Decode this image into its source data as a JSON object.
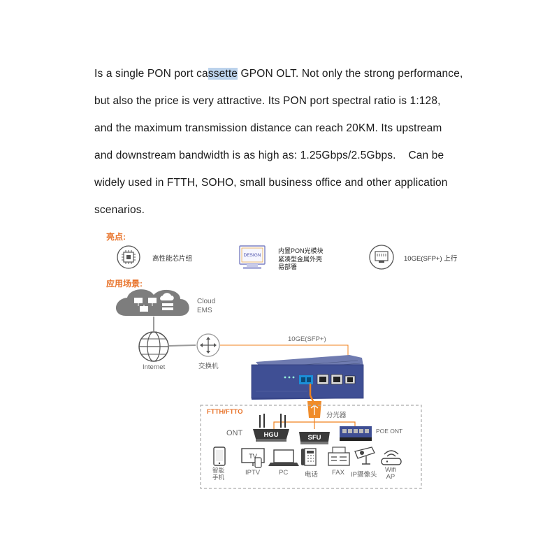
{
  "paragraph": {
    "line1_pre": "Is a single PON port ca",
    "line1_hl": "ssette",
    "line1_post": " GPON OLT. Not only the strong performance,",
    "line2": "but also the price is very attractive. Its PON port spectral ratio is 1:128,",
    "line3": "and the maximum transmission distance can reach 20KM. Its upstream",
    "line4": "and downstream bandwidth is as high as: 1.25Gbps/2.5Gbps.    Can be",
    "line5": "widely used in FTTH, SOHO, small business office and other application",
    "line6": "scenarios."
  },
  "highlights": {
    "heading": "亮点:",
    "items": [
      {
        "icon": "chip-icon",
        "text": "高性能芯片组"
      },
      {
        "icon": "design-monitor-icon",
        "badge": "DESIGN",
        "text_lines": [
          "内置PON光模块",
          "紧凑型金属外壳",
          "易部署"
        ]
      },
      {
        "icon": "ethernet-port-icon",
        "text": "10GE(SFP+) 上行"
      }
    ]
  },
  "scenarios": {
    "heading": "应用场景:",
    "cloud_label_1": "Cloud",
    "cloud_label_2": "EMS",
    "internet_label": "Internet",
    "switch_label": "交换机",
    "uplink_label": "10GE(SFP+)",
    "box_label": "FTTH/FTTO",
    "splitter_label": "分光器",
    "ont_label": "ONT",
    "hgu_label": "HGU",
    "sfu_label": "SFU",
    "poe_label": "POE ONT",
    "devices": [
      {
        "icon": "smartphone-icon",
        "l1": "智能",
        "l2": "手机"
      },
      {
        "icon": "tv-icon",
        "badge": "TV",
        "l1": "IPTV"
      },
      {
        "icon": "laptop-icon",
        "l1": "PC"
      },
      {
        "icon": "telephone-icon",
        "l1": "电话"
      },
      {
        "icon": "fax-icon",
        "l1": "FAX"
      },
      {
        "icon": "ip-camera-icon",
        "l1": "IP摄像头"
      },
      {
        "icon": "wifi-ap-icon",
        "l1": "Wifi",
        "l2": "AP"
      }
    ],
    "colors": {
      "orange": "#f0821e",
      "device_blue": "#4a5a9c",
      "gray_line": "#9a9a9a"
    }
  }
}
